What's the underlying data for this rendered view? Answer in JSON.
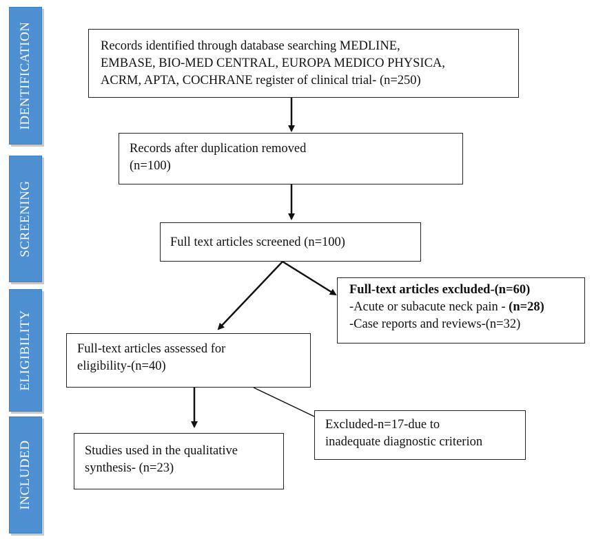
{
  "phases": [
    "IDENTIFICATION",
    "SCREENING",
    "ELIGIBILITY",
    "INCLUDED"
  ],
  "boxes": {
    "identified": {
      "lines": [
        "Records identified through database searching MEDLINE,",
        "EMBASE, BIO-MED CENTRAL, EUROPA MEDICO PHYSICA,",
        "ACRM, APTA, COCHRANE register of clinical trial- (n=250)"
      ]
    },
    "deduplicated": {
      "lines": [
        "Records after duplication removed",
        "(n=100)"
      ]
    },
    "screened": {
      "lines": [
        "Full text articles screened (n=100)"
      ]
    },
    "excluded_full_text": {
      "title": "Full-text articles excluded-(n=60)",
      "line1_text": "-Acute or subacute neck pain - ",
      "line1_bold": "(n=28)",
      "line2": "-Case reports and reviews-(n=32)"
    },
    "eligibility": {
      "lines": [
        "Full-text articles assessed for",
        "eligibility-(n=40)"
      ]
    },
    "excluded_diagnostic": {
      "lines": [
        "Excluded-n=17-due to",
        "inadequate diagnostic criterion"
      ]
    },
    "included": {
      "lines": [
        "Studies used in the qualitative",
        "synthesis- (n=23)"
      ]
    }
  }
}
